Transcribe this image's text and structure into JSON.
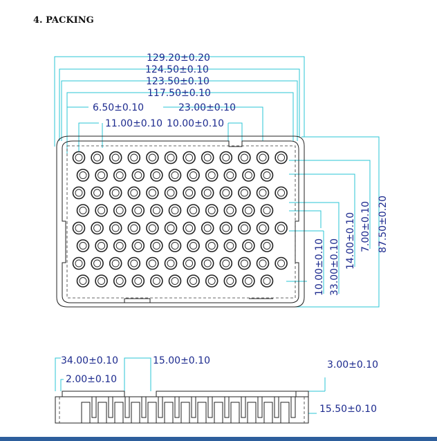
{
  "section_heading": "4. PACKING",
  "top_view": {
    "dimensions": {
      "overall_length": "129.20±0.20",
      "length_2": "124.50±0.10",
      "length_3": "123.50±0.10",
      "length_4": "117.50±0.10",
      "left_offset": "6.50±0.10",
      "notch_offset": "23.00±0.10",
      "first_hole": "11.00±0.10",
      "notch_width": "10.00±0.10",
      "overall_width": "87.50±0.20",
      "row_offset": "7.00±0.10",
      "side_offset": "14.00±0.10",
      "side_notch": "33.00±0.10",
      "hole_pitch": "10.00±0.10"
    },
    "hole_grid": {
      "rows": 8,
      "columns": 12
    }
  },
  "side_view": {
    "dimensions": {
      "depth": "34.00±0.10",
      "lip": "2.00±0.10",
      "step": "15.00±0.10",
      "rim": "3.00±0.10",
      "height": "15.50±0.10"
    }
  },
  "colors": {
    "dimension_line": "#29c4d6",
    "dimension_text": "#1c2a8e",
    "outline": "#222222",
    "footer_rule": "#2d5e9c"
  }
}
